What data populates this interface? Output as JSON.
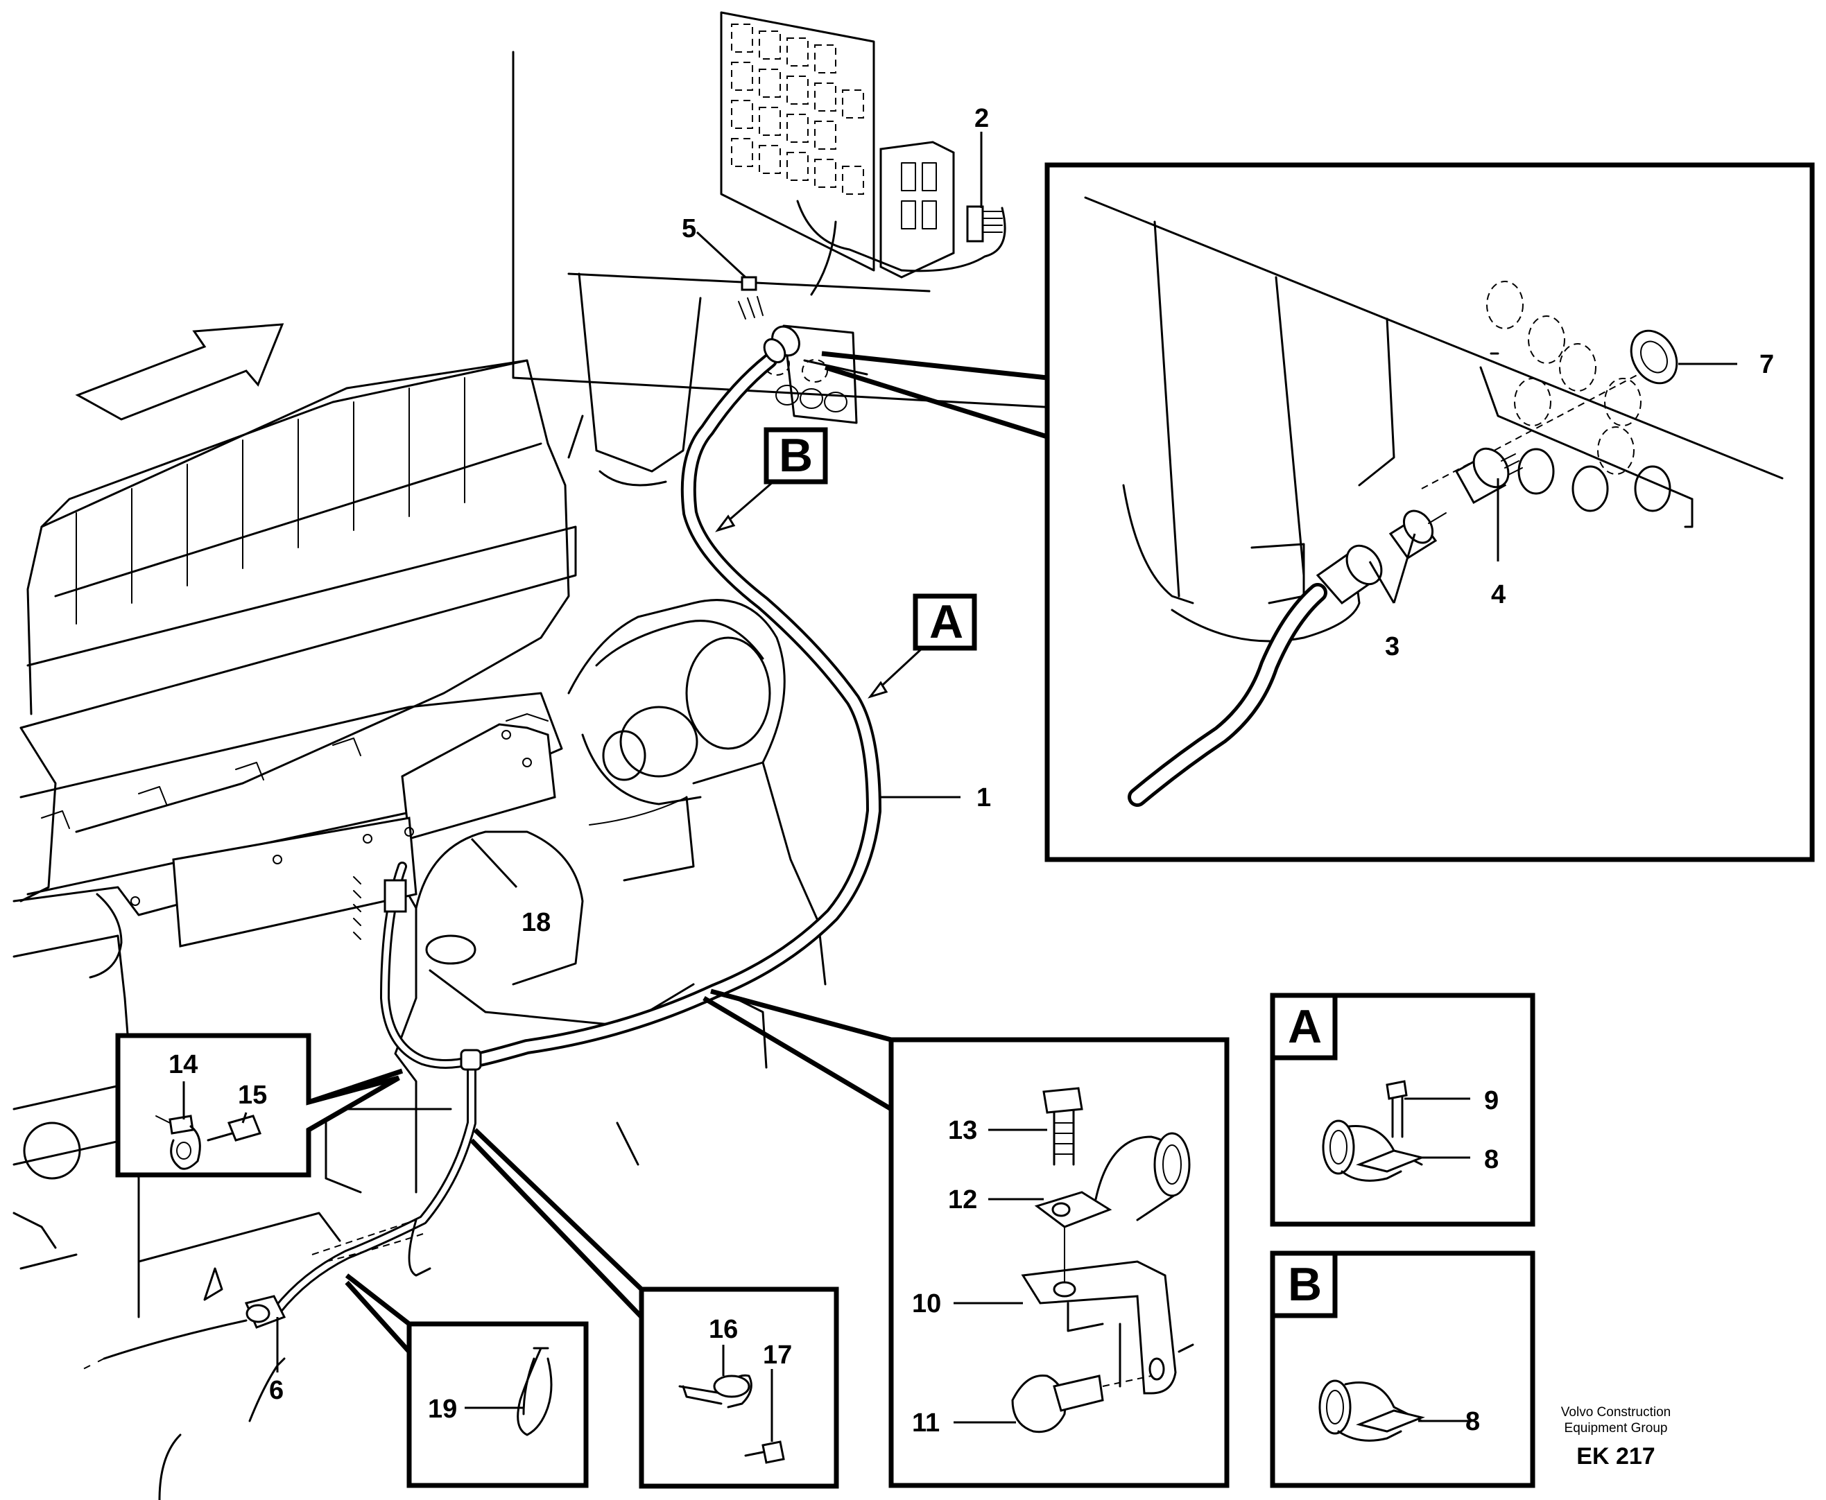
{
  "part_numbers": {
    "p1": "1",
    "p2": "2",
    "p3": "3",
    "p4": "4",
    "p5": "5",
    "p6": "6",
    "p7": "7",
    "p8a": "8",
    "p8b": "8",
    "p9": "9",
    "p10": "10",
    "p11": "11",
    "p12": "12",
    "p13": "13",
    "p14": "14",
    "p15": "15",
    "p16": "16",
    "p17": "17",
    "p18": "18",
    "p19": "19"
  },
  "detail_tags": {
    "a_main": "A",
    "b_main": "B",
    "a_box": "A",
    "b_box": "B"
  },
  "footer": {
    "company_line1": "Volvo Construction",
    "company_line2": "Equipment Group",
    "drawing_code": "EK 217"
  }
}
